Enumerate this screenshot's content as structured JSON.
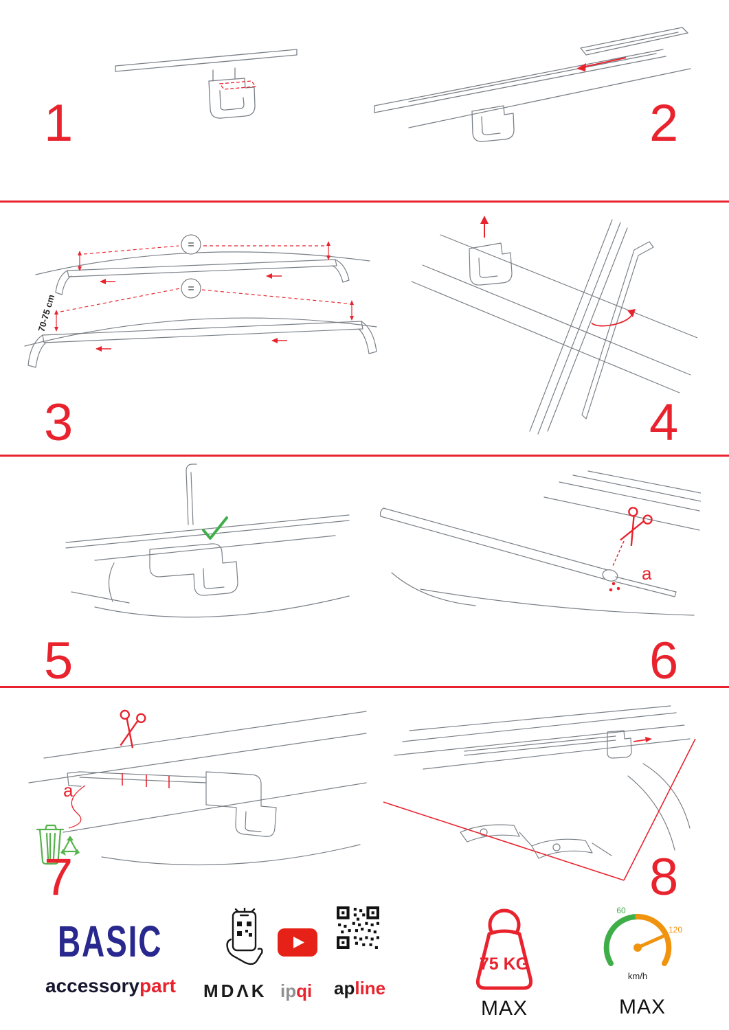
{
  "colors": {
    "accent_red": "#e8232e",
    "green": "#3fae49",
    "orange": "#f0930f",
    "brand_blue": "#28288e",
    "ink": "#1a1a1a"
  },
  "steps": [
    {
      "number": "1"
    },
    {
      "number": "2"
    },
    {
      "number": "3"
    },
    {
      "number": "4"
    },
    {
      "number": "5"
    },
    {
      "number": "6"
    },
    {
      "number": "7"
    },
    {
      "number": "8"
    }
  ],
  "step3": {
    "dimension_label": "70-75 cm",
    "equals_symbol": "="
  },
  "step6": {
    "part_label": "a"
  },
  "step7": {
    "part_label": "a"
  },
  "icons": {
    "step5": "check-icon",
    "step6": "scissors-icon",
    "step7_cut": "scissors-icon",
    "step7_dispose": "trash-recycle-icon",
    "footer": [
      "phone-qr-scan-icon",
      "youtube-icon",
      "qr-code-icon",
      "weight-icon",
      "speedometer-icon"
    ]
  },
  "footer": {
    "brand": "BASIC",
    "brand_sub_left": "accessory",
    "brand_sub_right": "part",
    "logo_mdak": "MDΛK",
    "logo_ipqi_left": "ip",
    "logo_ipqi_right": "qi",
    "logo_apline_left": "ap",
    "logo_apline_right": "line",
    "weight": {
      "value": "75 KG",
      "max_label": "MAX"
    },
    "speedometer": {
      "tick_low": "60",
      "tick_high": "120",
      "unit": "km/h",
      "max_label": "MAX"
    }
  }
}
